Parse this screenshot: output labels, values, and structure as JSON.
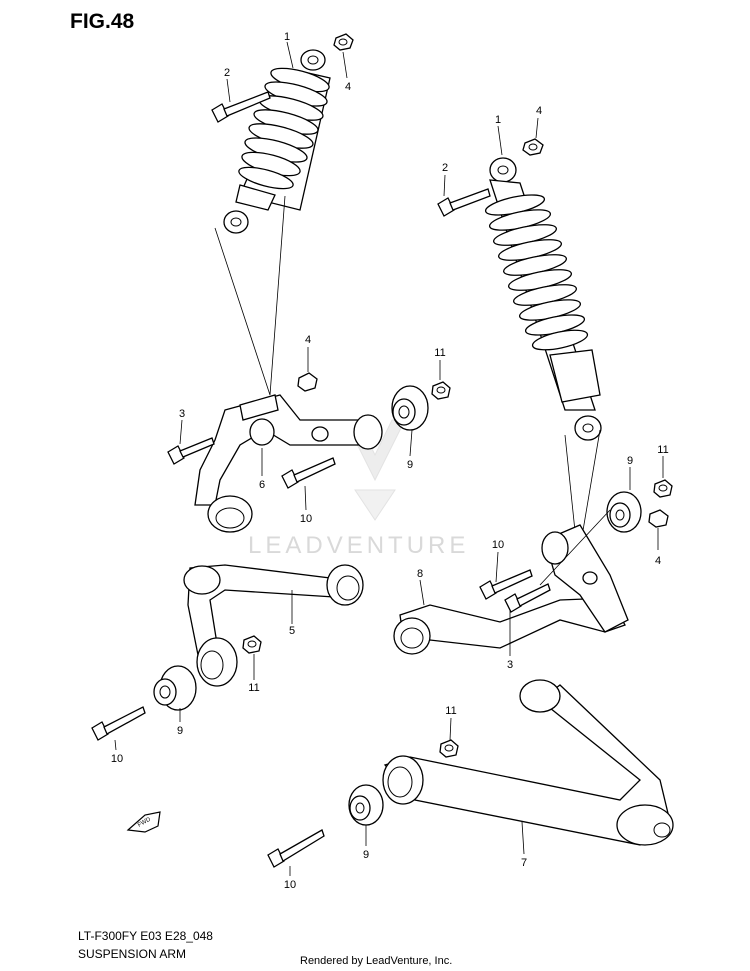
{
  "figure": {
    "title": "FIG.48",
    "model_code": "LT-F300FY E03 E28_048",
    "subtitle": "SUSPENSION ARM"
  },
  "footer": {
    "rendered_by": "Rendered by LeadVenture, Inc."
  },
  "watermark": {
    "text": "LEADVENTURE"
  },
  "fwd_arrow": {
    "label": "FWD"
  },
  "callouts": [
    "1",
    "2",
    "4",
    "1",
    "4",
    "2",
    "4",
    "11",
    "3",
    "6",
    "10",
    "9",
    "11",
    "9",
    "10",
    "4",
    "8",
    "3",
    "5",
    "11",
    "9",
    "10",
    "11",
    "7",
    "9",
    "10"
  ]
}
